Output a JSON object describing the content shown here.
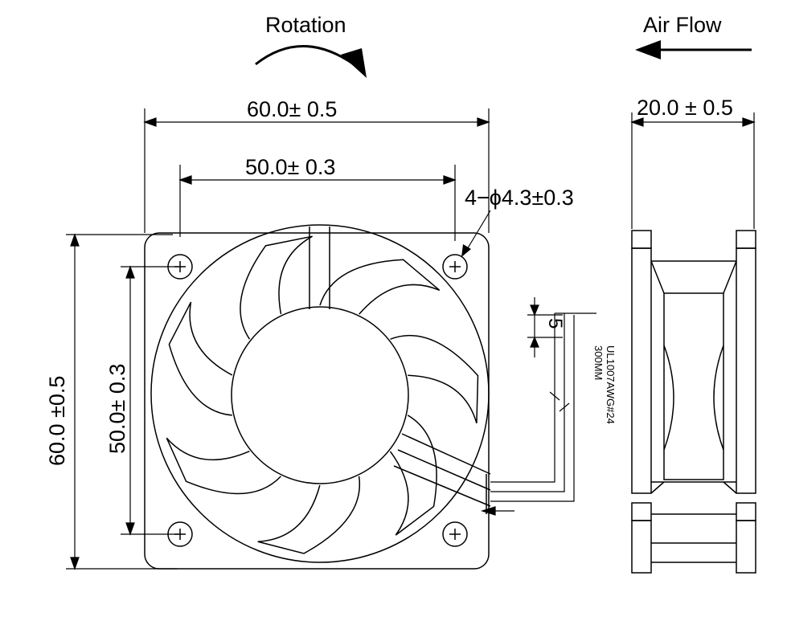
{
  "labels": {
    "rotation": "Rotation",
    "air_flow": "Air Flow",
    "outer_width": "60.0± 0.5",
    "hole_spacing_h": "50.0± 0.3",
    "hole_spec": "4−ϕ4.3±0.3",
    "depth": "20.0 ± 0.5",
    "outer_height": "60.0  ±0.5",
    "hole_spacing_v": "50.0± 0.3",
    "strip_length": "5",
    "wire_spec_1": "UL1007AWG#24",
    "wire_spec_2": "300MM"
  },
  "colors": {
    "line": "#000000",
    "background": "#ffffff"
  },
  "icons": {
    "rotation_arrow": "curved-arrow-clockwise-icon",
    "airflow_arrow": "arrow-left-icon"
  }
}
